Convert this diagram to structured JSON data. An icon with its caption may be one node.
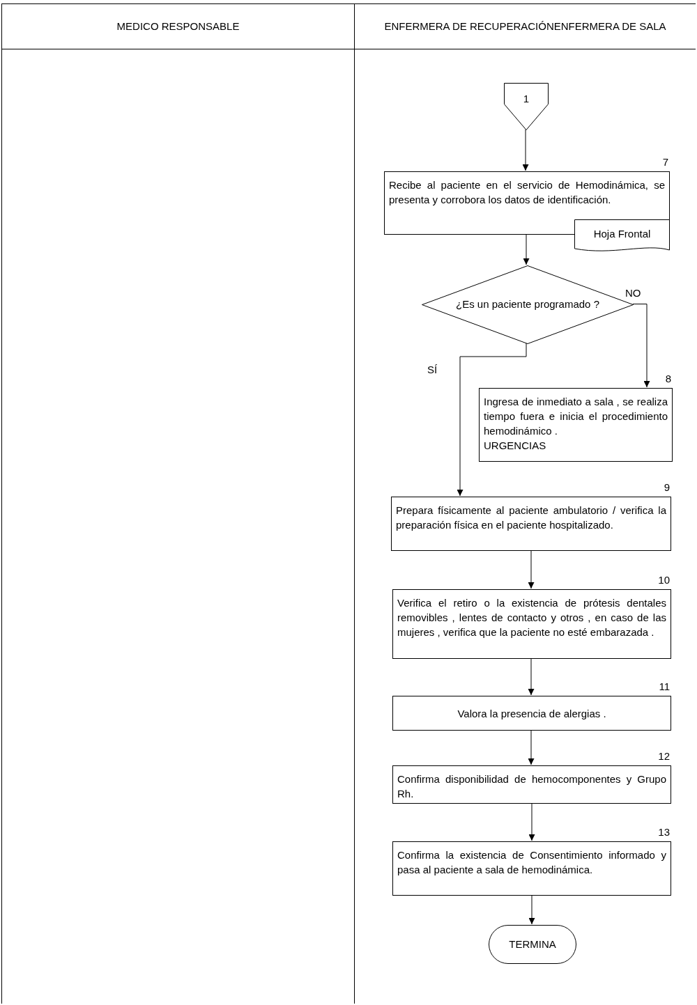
{
  "diagram": {
    "nodes": [
      {
        "text": [
          "MEDICO RESPONSABLE"
        ]
      },
      {
        "text": [
          "ENFERMERA DE RECUPERACIÓNENFERMERA DE SALA"
        ]
      },
      {
        "text": [
          "1"
        ],
        "in": 1
      },
      {
        "text": [
          "Recibe al paciente en el servicio de Hemodinámica, se presenta y corrobora los datos de identificación."
        ],
        "beside": [
          "7"
        ],
        "in": 1
      },
      {
        "text": [
          "Hoja Frontal"
        ],
        "in": 1
      },
      {
        "text": [
          "¿Es un paciente programado ?"
        ],
        "in": 1
      },
      {
        "text": [
          "Ingresa de inmediato a sala , se realiza tiempo fuera e inicia el procedimiento hemodinámico .",
          "URGENCIAS"
        ],
        "beside": [
          "8"
        ],
        "in": 1
      },
      {
        "text": [
          "Prepara físicamente al paciente ambulatorio / verifica la preparación física en el paciente hospitalizado."
        ],
        "beside": [
          "9"
        ],
        "in": 1
      },
      {
        "text": [
          "Verifica el retiro o la existencia de prótesis dentales removibles , lentes de contacto y otros , en caso de las mujeres , verifica que la paciente no esté embarazada ."
        ],
        "beside": [
          "10"
        ],
        "in": 1
      },
      {
        "text": [
          "Valora la presencia de alergias ."
        ],
        "beside": [
          "11"
        ],
        "in": 1
      },
      {
        "text": [
          "Confirma disponibilidad de hemocomponentes y Grupo Rh."
        ],
        "beside": [
          "12"
        ],
        "in": 1
      },
      {
        "text": [
          "Confirma la existencia de Consentimiento informado y pasa al paciente a sala de hemodinámica."
        ],
        "beside": [
          "13"
        ],
        "in": 1
      },
      {
        "text": [
          "TERMINA"
        ],
        "in": 1
      }
    ],
    "edges": [
      {
        "from": 2,
        "to": 3,
        "arrow": "to"
      },
      {
        "from": 3,
        "to": 5,
        "arrow": "to"
      },
      {
        "from": 5,
        "to": 6,
        "arrow": "to",
        "label": "NO"
      },
      {
        "from": 5,
        "to": 7,
        "arrow": "to",
        "label": "SÍ"
      },
      {
        "from": 7,
        "to": 8,
        "arrow": "to"
      },
      {
        "from": 8,
        "to": 9,
        "arrow": "to"
      },
      {
        "from": 9,
        "to": 10,
        "arrow": "to"
      },
      {
        "from": 10,
        "to": 11,
        "arrow": "to"
      },
      {
        "from": 11,
        "to": 12,
        "arrow": "to"
      }
    ]
  }
}
